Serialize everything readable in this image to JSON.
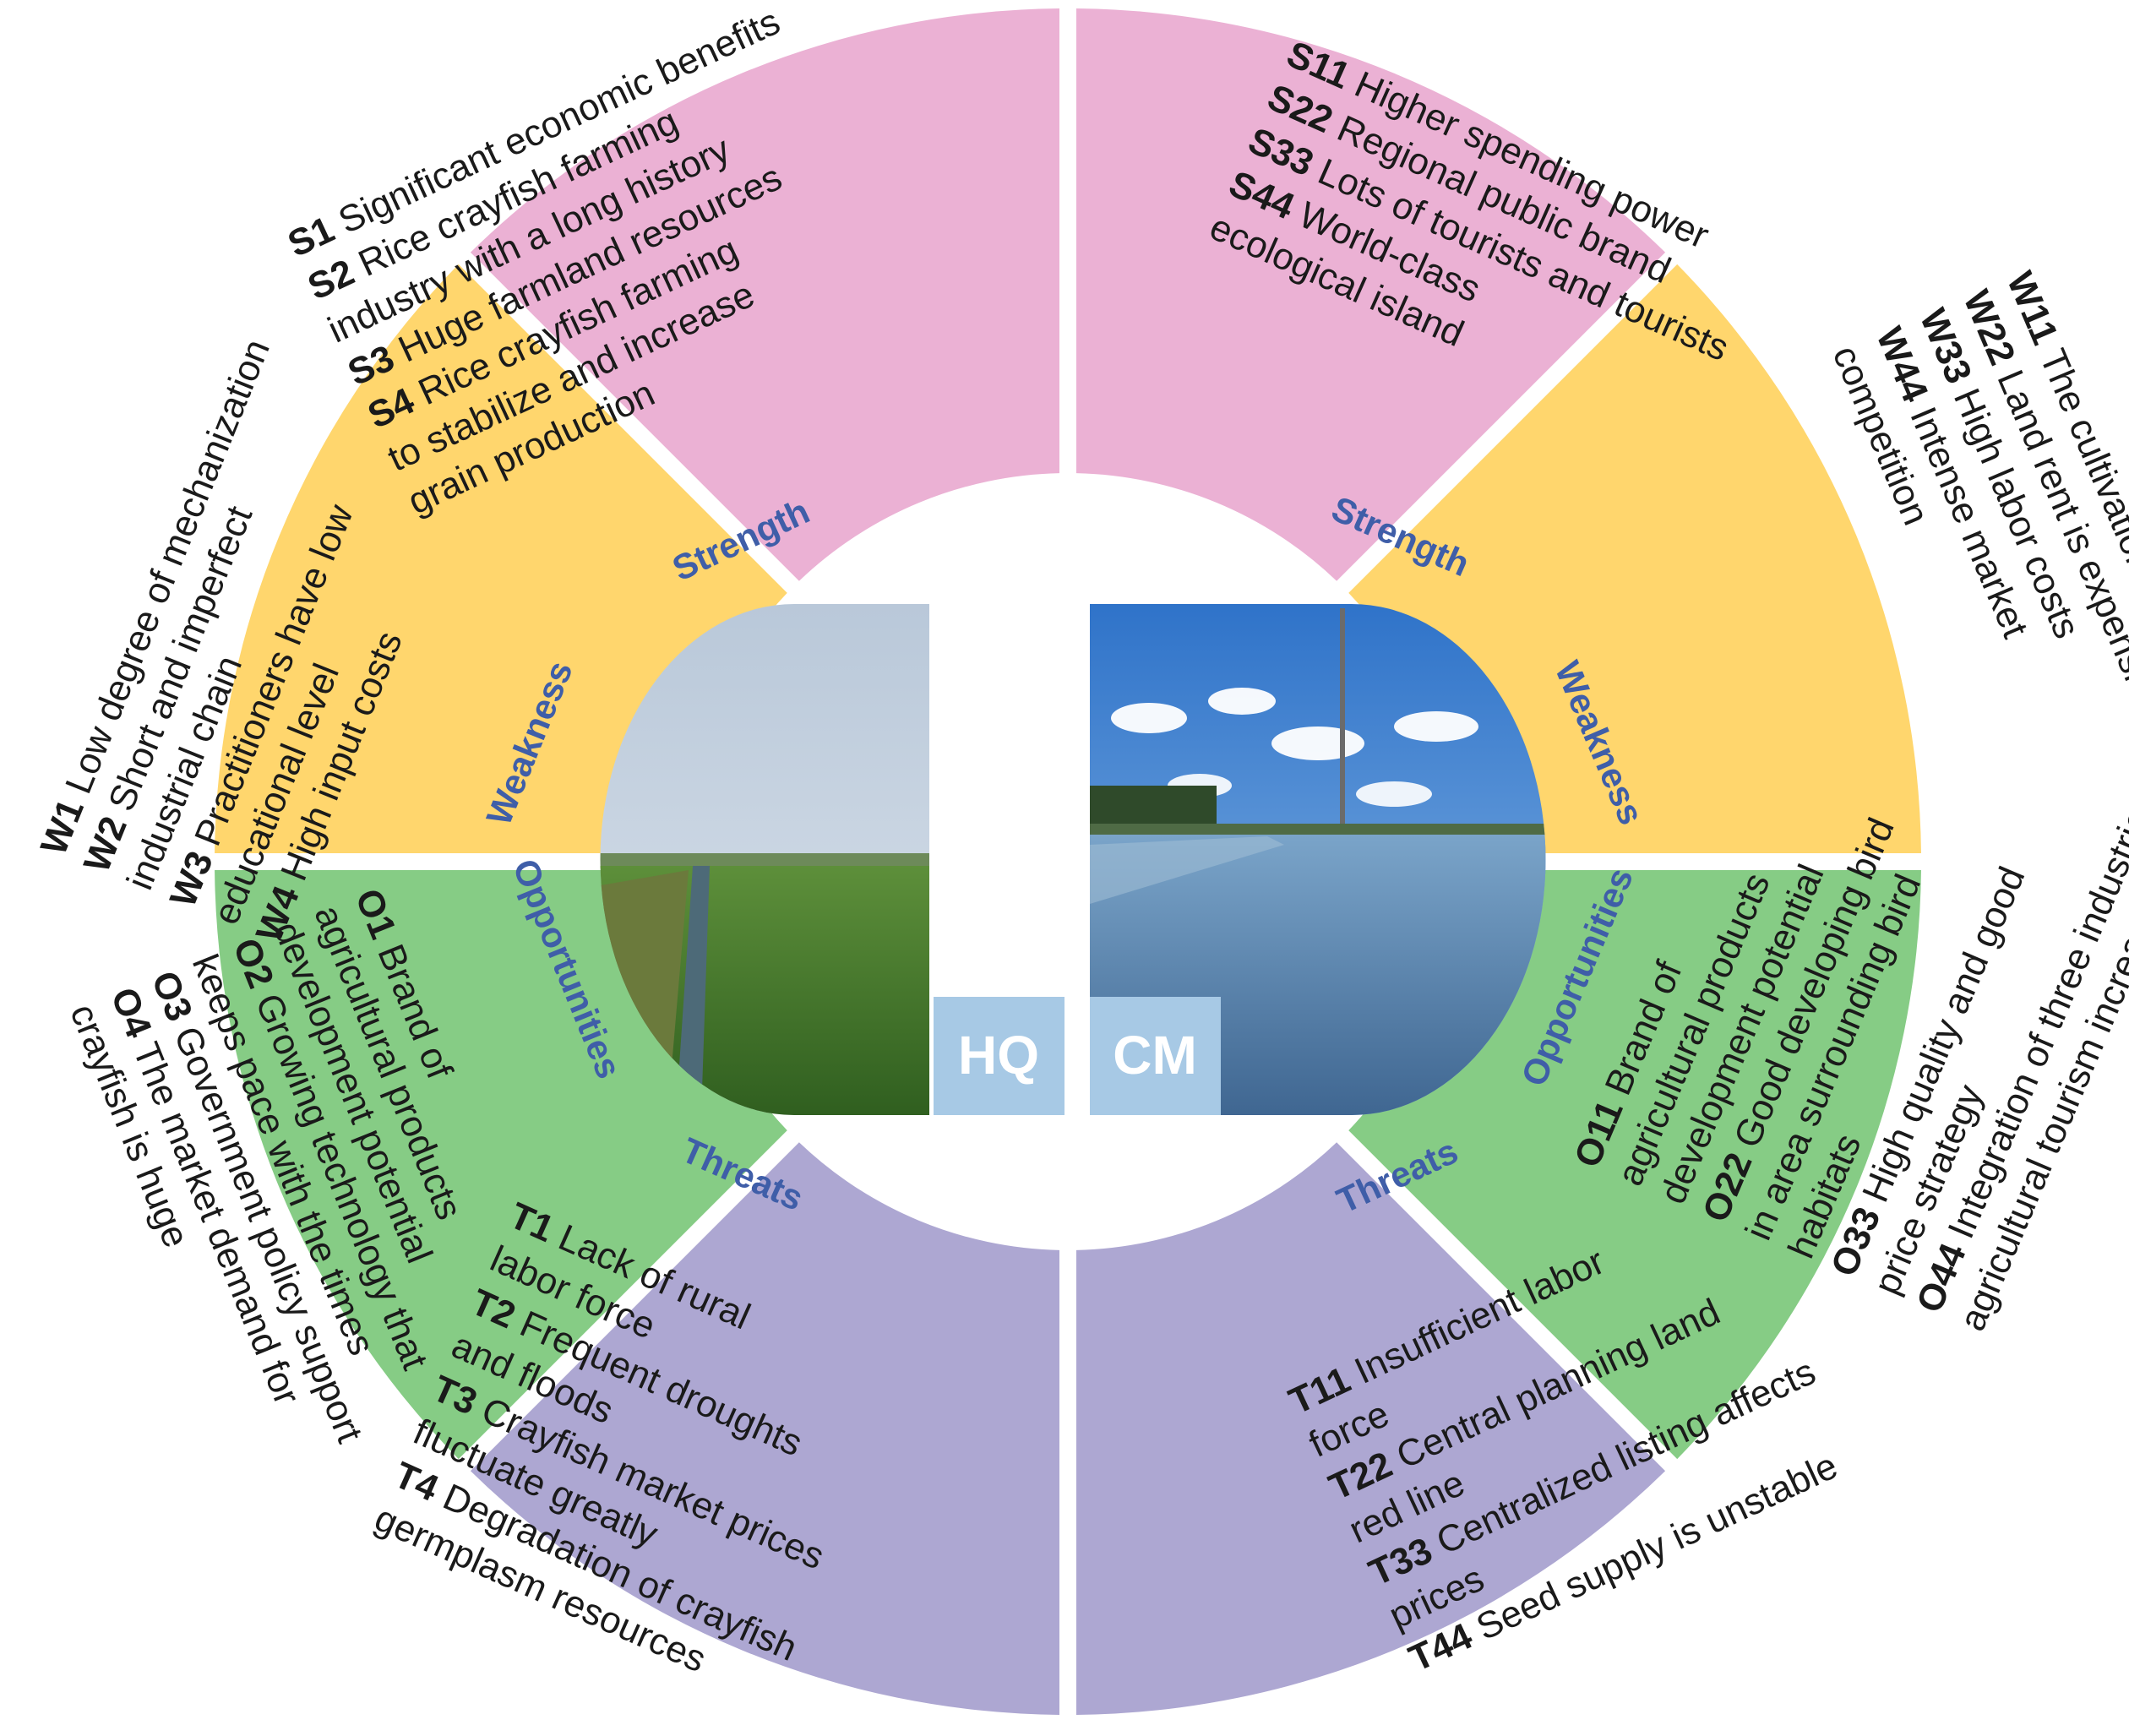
{
  "colors": {
    "strength": "#ebb1d4",
    "weakness": "#ffd66d",
    "opportunities": "#86cc85",
    "threats": "#ada7d2",
    "title": "#3f5ea8",
    "label_box": "#a7c9e5"
  },
  "sites": {
    "left": "HQ",
    "right": "CM"
  },
  "left": {
    "strength": {
      "title": "Strength",
      "lines": [
        {
          "code": "S1",
          "text": " Significant economic benefits"
        },
        {
          "code": "S2",
          "text": " Rice crayfish farming"
        },
        {
          "code": "",
          "text": "industry with a long history"
        },
        {
          "code": "S3",
          "text": " Huge farmland resources"
        },
        {
          "code": "S4",
          "text": " Rice crayfish farming"
        },
        {
          "code": "",
          "text": "to stabilize and increase"
        },
        {
          "code": "",
          "text": "grain production"
        }
      ]
    },
    "weakness": {
      "title": "Weakness",
      "lines": [
        {
          "code": "W1",
          "text": " Low degree of mechanization"
        },
        {
          "code": "W2",
          "text": " Short and imperfect"
        },
        {
          "code": "",
          "text": "industrial chain"
        },
        {
          "code": "W3",
          "text": " Practitioners have low"
        },
        {
          "code": "",
          "text": "educational level"
        },
        {
          "code": "W4",
          "text": " High input costs"
        }
      ]
    },
    "opportunities": {
      "title": "Opportunities",
      "lines": [
        {
          "code": "O1",
          "text": " Brand of"
        },
        {
          "code": "",
          "text": "agricultural products"
        },
        {
          "code": "",
          "text": "development potential"
        },
        {
          "code": "O2",
          "text": " Growing technology that"
        },
        {
          "code": "",
          "text": "keeps pace with the times"
        },
        {
          "code": "O3",
          "text": " Government policy support"
        },
        {
          "code": "O4",
          "text": " The market demand for"
        },
        {
          "code": "",
          "text": "crayfish is huge"
        }
      ]
    },
    "threats": {
      "title": "Threats",
      "lines": [
        {
          "code": "T1",
          "text": " Lack of rural"
        },
        {
          "code": "",
          "text": "labor force"
        },
        {
          "code": "T2",
          "text": " Frequent droughts"
        },
        {
          "code": "",
          "text": "and floods"
        },
        {
          "code": "T3",
          "text": " Crayfish market prices"
        },
        {
          "code": "",
          "text": "fluctuate greatly"
        },
        {
          "code": "T4",
          "text": " Degradation of crayfish"
        },
        {
          "code": "",
          "text": "germplasm resources"
        }
      ]
    }
  },
  "right": {
    "strength": {
      "title": "Strength",
      "lines": [
        {
          "code": "S11",
          "text": " Higher spending power"
        },
        {
          "code": "S22",
          "text": " Regional public brand"
        },
        {
          "code": "S33",
          "text": " Lots of tourists and tourists"
        },
        {
          "code": "S44",
          "text": " World-class"
        },
        {
          "code": "",
          "text": "ecological island"
        }
      ]
    },
    "weakness": {
      "title": "Weakness",
      "lines": [
        {
          "code": "W11",
          "text": " The cultivation area is limited"
        },
        {
          "code": "W22",
          "text": " Land rent is expensive"
        },
        {
          "code": "W33",
          "text": " High labor costs"
        },
        {
          "code": "W44",
          "text": " Intense market"
        },
        {
          "code": "",
          "text": "competition"
        }
      ]
    },
    "opportunities": {
      "title": "Opportunities",
      "lines": [
        {
          "code": "O11",
          "text": " Brand of"
        },
        {
          "code": "",
          "text": "agricultural products"
        },
        {
          "code": "",
          "text": "development potential"
        },
        {
          "code": "O22",
          "text": " Good developing bird"
        },
        {
          "code": "",
          "text": "in area surrounding bird"
        },
        {
          "code": "",
          "text": "habitats"
        },
        {
          "code": "O33",
          "text": " High quality and good"
        },
        {
          "code": "",
          "text": "price strategy"
        },
        {
          "code": "O44",
          "text": " Integration of three industries,"
        },
        {
          "code": "",
          "text": "agricultural tourism increases income"
        }
      ]
    },
    "threats": {
      "title": "Threats",
      "lines": [
        {
          "code": "T11",
          "text": " Insufficient labor"
        },
        {
          "code": "",
          "text": "force"
        },
        {
          "code": "T22",
          "text": " Central planning land"
        },
        {
          "code": "",
          "text": "red line"
        },
        {
          "code": "T33",
          "text": " Centralized listing affects"
        },
        {
          "code": "",
          "text": "prices"
        },
        {
          "code": "T44",
          "text": " Seed supply is unstable"
        }
      ]
    }
  }
}
